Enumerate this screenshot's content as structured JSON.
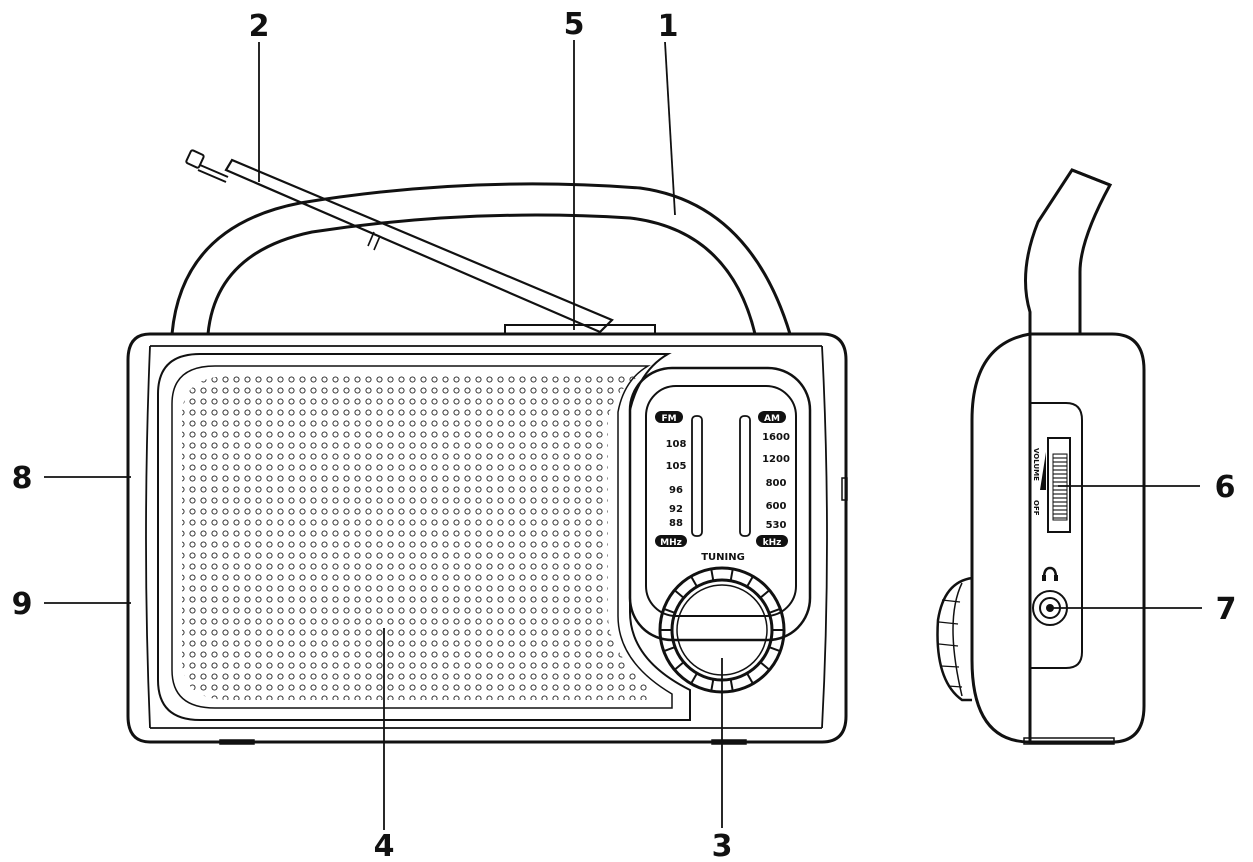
{
  "callouts": [
    "1",
    "2",
    "3",
    "4",
    "5",
    "6",
    "7",
    "8",
    "9"
  ],
  "dial": {
    "fm_label": "FM",
    "am_label": "AM",
    "fm_scale": [
      "108",
      "105",
      "96",
      "92",
      "88"
    ],
    "am_scale": [
      "1600",
      "1200",
      "800",
      "600",
      "530"
    ],
    "fm_unit": "MHz",
    "am_unit": "kHz",
    "tuning_label": "TUNING"
  },
  "side": {
    "volume_label": "VOLUME",
    "off_label": "OFF"
  },
  "icons": [
    "headphone-icon"
  ]
}
